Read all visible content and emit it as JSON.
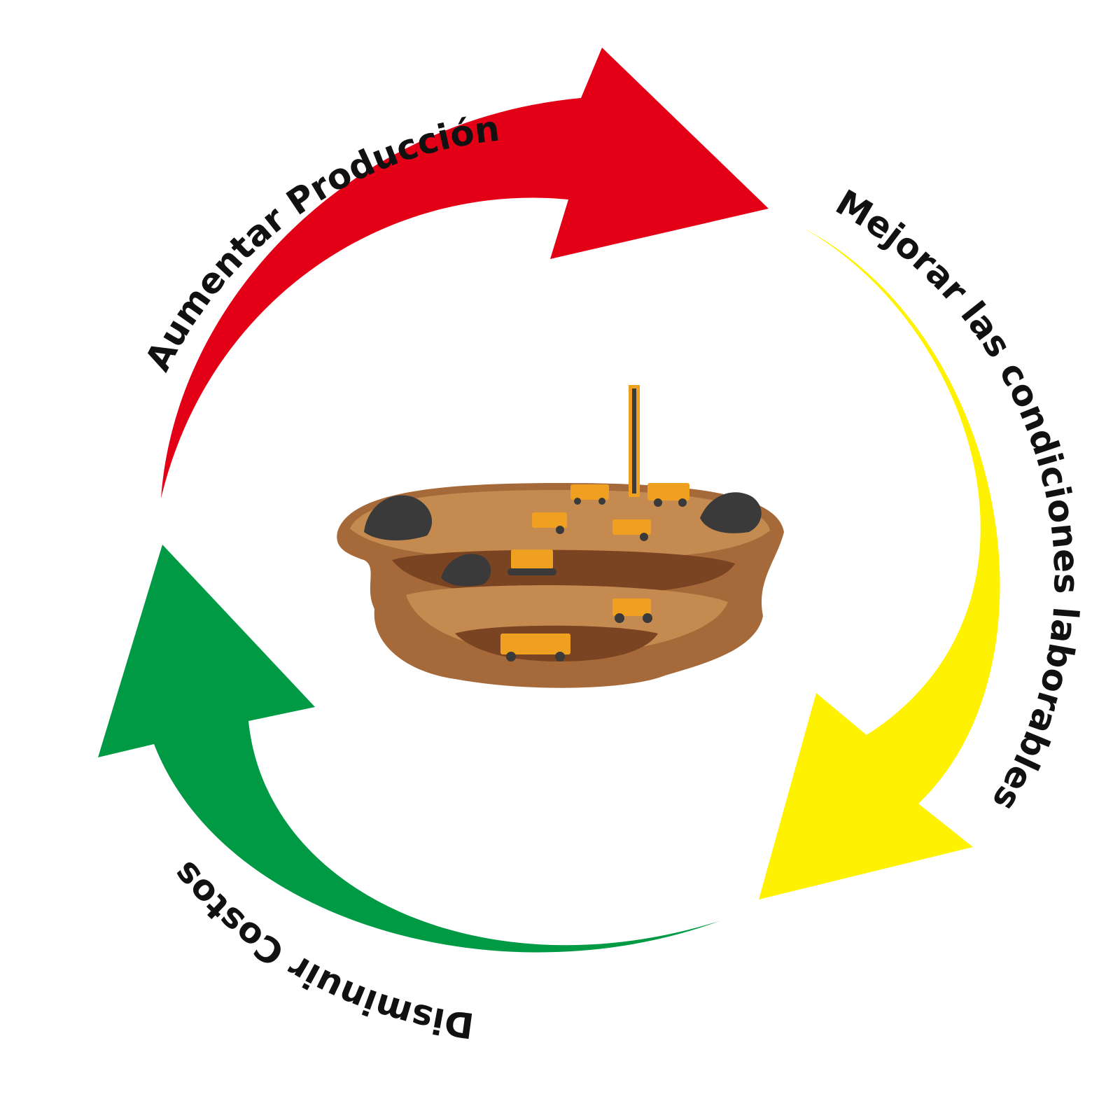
{
  "cycle": {
    "stages": [
      {
        "label": "Aumentar Producción",
        "color": "#e30016"
      },
      {
        "label": "Mejorar las condiciones laborables",
        "color": "#fff200"
      },
      {
        "label": "Disminuir Costos",
        "color": "#009a44"
      }
    ]
  },
  "center_illustration": {
    "description_icon": "open-pit-mine-icon",
    "colors": {
      "earth_light": "#c48a4f",
      "earth_mid": "#a66a3a",
      "earth_dark": "#7a4422",
      "rock": "#3a3a3a",
      "machinery": "#f0a020"
    }
  }
}
